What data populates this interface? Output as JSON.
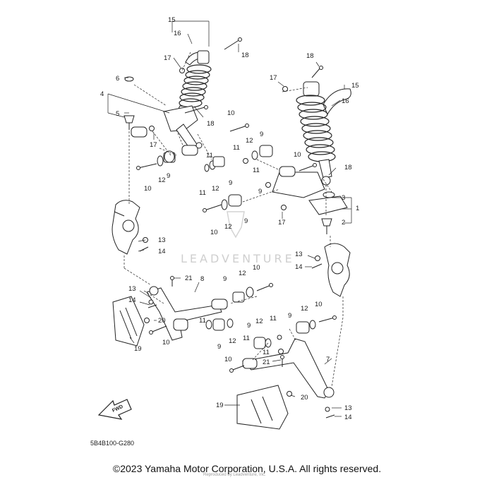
{
  "diagram": {
    "code": "5B4B100-G280",
    "fwd_label": "FWD",
    "watermark": "LEADVENTURE",
    "reproduced_credit": "Reproduced by Leadventure, Inc.",
    "copyright": "©2023 Yamaha Motor Corporation, U.S.A. All rights reserved.",
    "callouts": {
      "c15a": "15",
      "c16a": "16",
      "c17a": "17",
      "c18a": "18",
      "c6": "6",
      "c4": "4",
      "c5": "5",
      "c18b": "18",
      "c17b": "17",
      "c15b": "15",
      "c16b": "16",
      "c17c": "17",
      "c10a": "10",
      "c18c": "18",
      "c9a": "9",
      "c12a": "12",
      "c11a": "11",
      "c11b": "11",
      "c9b": "9",
      "c10b": "10",
      "c12b": "12",
      "c9c": "9",
      "c11c": "11",
      "c12c": "12",
      "c9d": "9",
      "c10c": "10",
      "c11d": "11",
      "c18d": "18",
      "c3": "3",
      "c1": "1",
      "c2": "2",
      "c17d": "17",
      "c10d": "10",
      "c12d": "12",
      "c9e": "9",
      "c13a": "13",
      "c14a": "14",
      "c13b": "13",
      "c14b": "14",
      "c21a": "21",
      "c8": "8",
      "c9f": "9",
      "c12e": "12",
      "c10e": "10",
      "c13c": "13",
      "c14c": "14",
      "c20a": "20",
      "c10f": "10",
      "c19a": "19",
      "c11e": "11",
      "c9g": "9",
      "c12f": "12",
      "c9h": "9",
      "c12g": "12",
      "c11f": "11",
      "c9i": "9",
      "c12h": "12",
      "c10g": "10",
      "c11g": "11",
      "c7": "7",
      "c10h": "10",
      "c21b": "21",
      "c19b": "19",
      "c20b": "20",
      "c13d": "13",
      "c14d": "14"
    }
  }
}
